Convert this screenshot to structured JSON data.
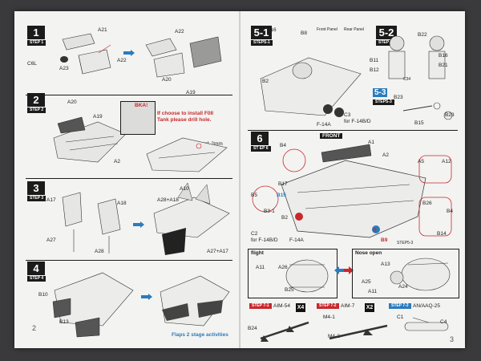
{
  "left_page": {
    "page_number": "2",
    "step1": {
      "number": "1",
      "tag": "STEP 1",
      "parts": [
        "A21",
        "C6L",
        "A23",
        "A22",
        "A22",
        "A20",
        "A19"
      ]
    },
    "step2": {
      "number": "2",
      "tag": "STEP 2",
      "parts": [
        "A20",
        "A19",
        "A2"
      ],
      "note": "If choose to install F0II Tank please drill hole.",
      "drill": "ø1.2mm",
      "warn": "BKA!"
    },
    "step3": {
      "number": "3",
      "tag": "STEP 3",
      "parts": [
        "A17",
        "A18",
        "A27",
        "A28",
        "A10",
        "A28+A18",
        "A27+A17"
      ]
    },
    "step4": {
      "number": "4",
      "tag": "STEP 4",
      "parts": [
        "B10",
        "B13"
      ],
      "caption": "Flaps 2 stage activities"
    }
  },
  "right_page": {
    "page_number": "3",
    "step51": {
      "label": "5-1",
      "tag": "STEPS-1",
      "parts": [
        "A16",
        "B8",
        "B2",
        "F-14A",
        "C3",
        "for F-14B/D"
      ],
      "front_panel": "Front Panel",
      "rear_panel": "Rear Panel"
    },
    "step52": {
      "label": "5-2",
      "tag": "STEP 5-2",
      "parts": [
        "B22",
        "B11",
        "B12",
        "B16",
        "B21",
        "C34"
      ]
    },
    "step53": {
      "label": "5-3",
      "tag": "STEPS-3",
      "parts": [
        "B23",
        "B15",
        "B23"
      ]
    },
    "step6": {
      "label": "6",
      "tag": "ST EP 6",
      "front_label": "FRONT",
      "parts": [
        "B4",
        "B17",
        "B5",
        "B15",
        "B3-1",
        "B2",
        "C2",
        "for F-14B/D",
        "F-14A",
        "A1",
        "A2",
        "A12",
        "A5",
        "B26",
        "B4",
        "B14",
        "B9",
        "R",
        "STEP5-3"
      ]
    },
    "flight": {
      "title": "flight",
      "parts": [
        "A11",
        "A26",
        "B25"
      ]
    },
    "nose_open": {
      "title": "Nose open",
      "parts": [
        "A13",
        "A25",
        "A24",
        "A11"
      ]
    },
    "step71": {
      "tag": "STEP 7-1",
      "name": "AIM-54",
      "count": "X4",
      "parts": [
        "B24"
      ]
    },
    "step72": {
      "tag": "STEP 7-2",
      "name": "AIM-7",
      "count": "X2",
      "parts": [
        "M4-1",
        "M4-2"
      ]
    },
    "step73": {
      "tag": "STEP 7-3",
      "name": "AN/AAQ-25",
      "parts": [
        "C1",
        "C4"
      ]
    }
  }
}
